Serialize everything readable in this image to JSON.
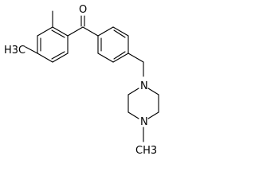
{
  "structure": {
    "atom_labels": {
      "oxygen": "O",
      "methyl_left": "H3C",
      "nitrogen_top": "N",
      "nitrogen_bottom": "N",
      "methyl_bottom": "CH3"
    }
  }
}
